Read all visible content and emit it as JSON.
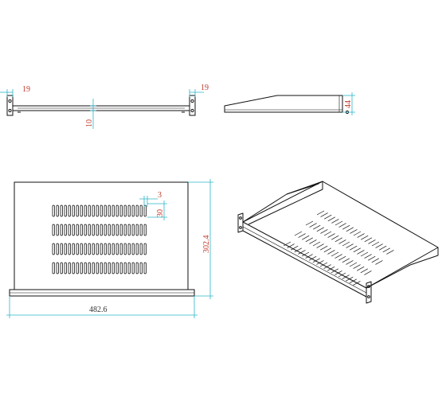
{
  "dimensions": {
    "front_left_ear": "19",
    "front_right_ear": "19",
    "front_height": "10",
    "side_height": "44",
    "slot_width": "3",
    "slot_length": "30",
    "depth": "302.4",
    "width": "482.6"
  },
  "colors": {
    "line": "#111111",
    "dimension_line": "#2bb5c8",
    "dimension_text_red": "#c0392b",
    "dimension_text_dark": "#333333"
  }
}
